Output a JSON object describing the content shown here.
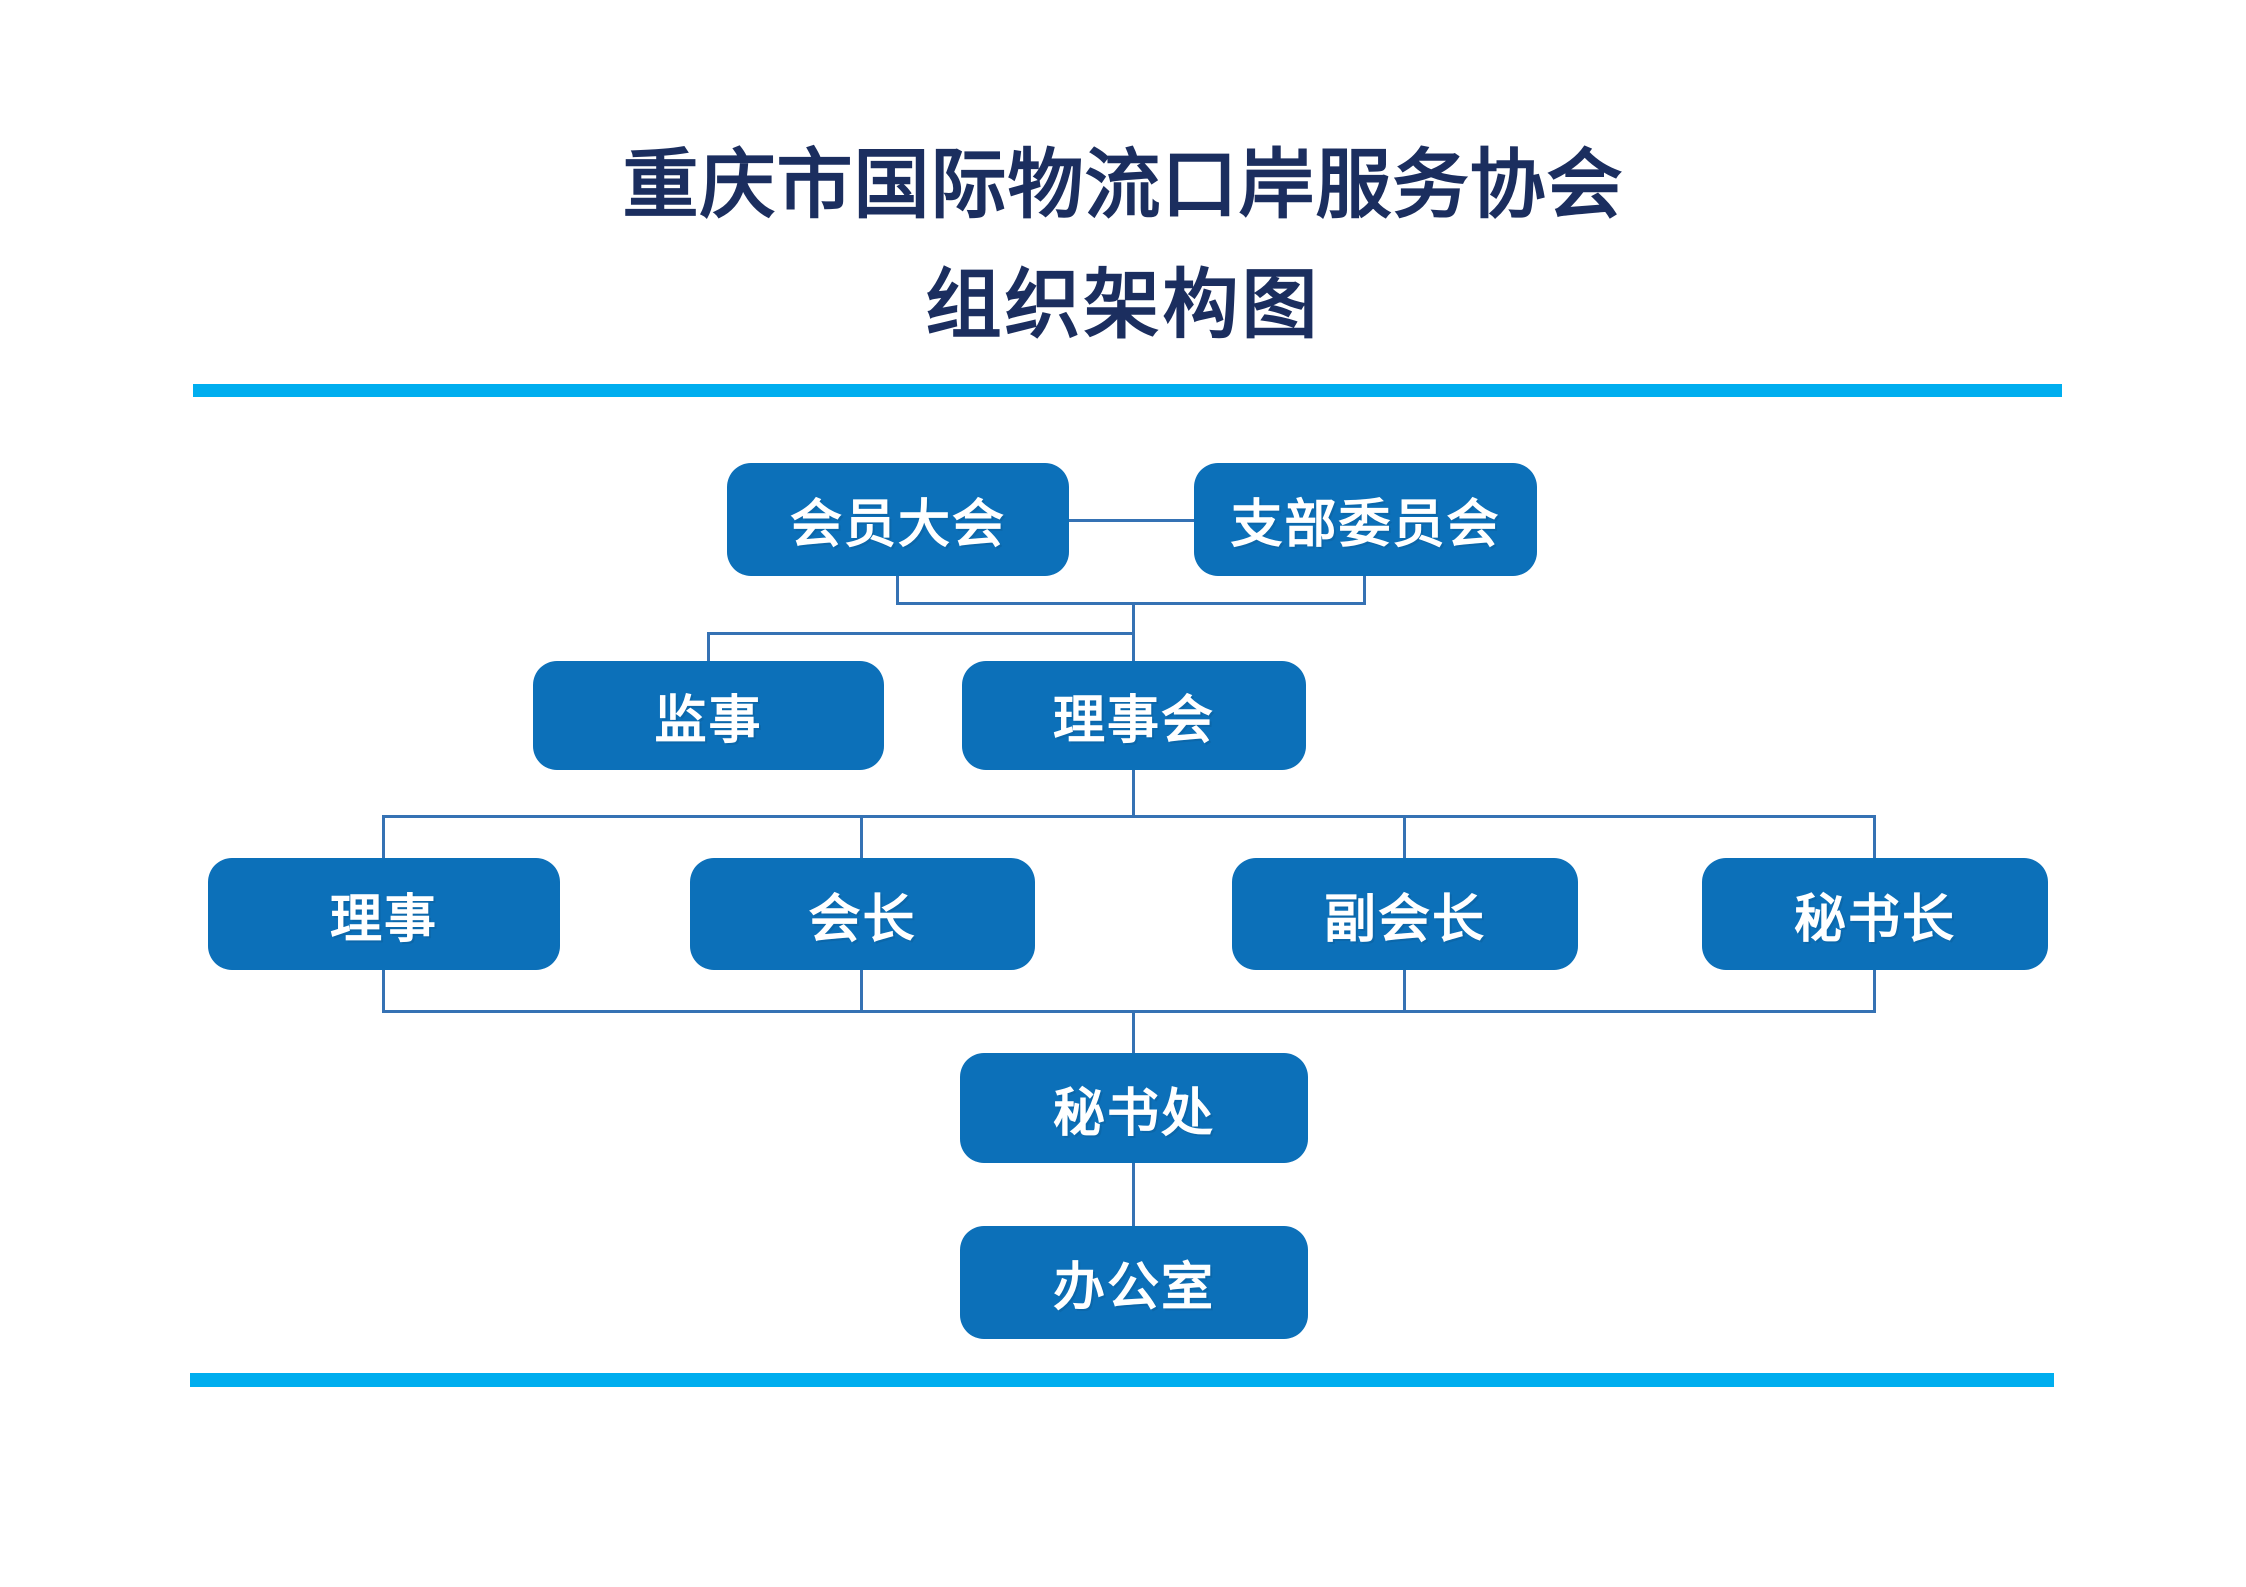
{
  "title": {
    "line1": "重庆市国际物流口岸服务协会",
    "line2": "组织架构图"
  },
  "colors": {
    "background": "#FFFFFF",
    "title_text": "#1B2E5F",
    "node_fill": "#0C70B9",
    "node_text": "#FFFFFF",
    "connector": "#3572B4",
    "accent_bar": "#00AEEF"
  },
  "org": {
    "type": "org-chart",
    "nodes": [
      {
        "id": "member-assembly",
        "label": "会员大会",
        "row": 1
      },
      {
        "id": "branch-committee",
        "label": "支部委员会",
        "row": 1
      },
      {
        "id": "supervisor",
        "label": "监事",
        "row": 2
      },
      {
        "id": "council",
        "label": "理事会",
        "row": 2
      },
      {
        "id": "director",
        "label": "理事",
        "row": 3
      },
      {
        "id": "president",
        "label": "会长",
        "row": 3
      },
      {
        "id": "vice-president",
        "label": "副会长",
        "row": 3
      },
      {
        "id": "secretary-general",
        "label": "秘书长",
        "row": 3
      },
      {
        "id": "secretariat",
        "label": "秘书处",
        "row": 4
      },
      {
        "id": "office",
        "label": "办公室",
        "row": 5
      }
    ],
    "links": [
      {
        "from": "member-assembly",
        "to": "branch-committee",
        "style": "lateral"
      },
      {
        "from": "member-assembly+branch-committee",
        "to": "supervisor"
      },
      {
        "from": "member-assembly+branch-committee",
        "to": "council"
      },
      {
        "from": "council",
        "to": "director"
      },
      {
        "from": "council",
        "to": "president"
      },
      {
        "from": "council",
        "to": "vice-president"
      },
      {
        "from": "council",
        "to": "secretary-general"
      },
      {
        "from": "director+president+vice-president+secretary-general",
        "to": "secretariat"
      },
      {
        "from": "secretariat",
        "to": "office"
      }
    ]
  }
}
